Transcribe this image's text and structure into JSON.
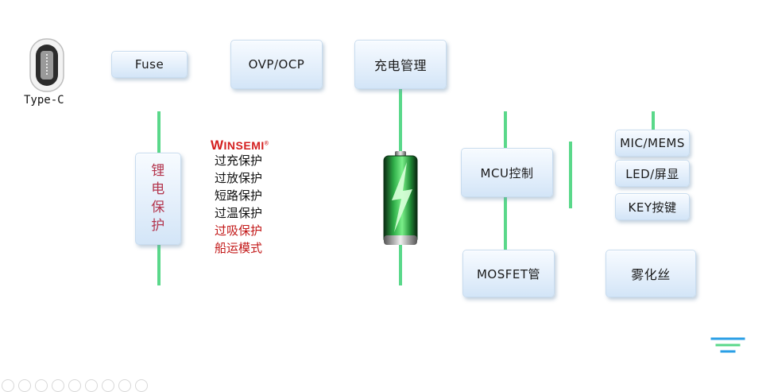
{
  "connector": {
    "label": "Type-C",
    "icon": "usb-type-c-icon"
  },
  "blocks": {
    "fuse": "Fuse",
    "ovp": "OVP/OCP",
    "charge": "充电管理",
    "li_protect": [
      "锂",
      "电",
      "保",
      "护"
    ],
    "mcu": "MCU控制",
    "mic": "MIC/MEMS",
    "led": "LED/屏显",
    "key": "KEY按键",
    "mosfet": "MOSFET管",
    "atomizer": "雾化丝"
  },
  "brand": {
    "prefix": "W",
    "rest": "INSEMI",
    "mark": "®"
  },
  "protections": [
    {
      "text": "过充保护",
      "highlight": false
    },
    {
      "text": "过放保护",
      "highlight": false
    },
    {
      "text": "短路保护",
      "highlight": false
    },
    {
      "text": "过温保护",
      "highlight": false
    },
    {
      "text": "过吸保护",
      "highlight": true
    },
    {
      "text": "船运模式",
      "highlight": true
    }
  ],
  "colors": {
    "wire_green": "#56d38a",
    "wire_blue": "#2a9fe6",
    "brand_red": "#d41f1f",
    "highlight_red": "#c21717",
    "li_text": "#b3354d"
  }
}
